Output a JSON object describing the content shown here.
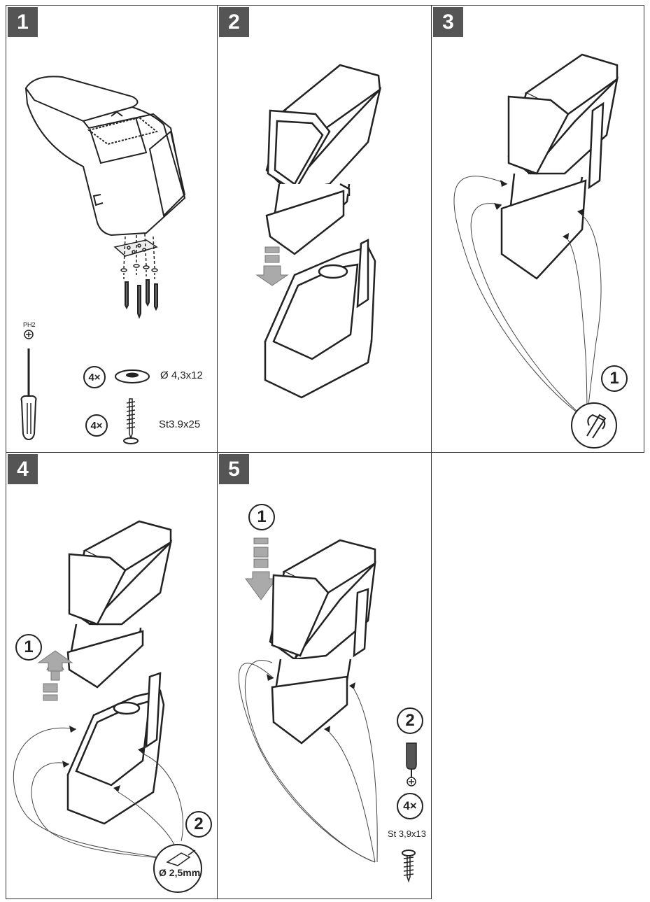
{
  "steps": [
    {
      "number": "1"
    },
    {
      "number": "2"
    },
    {
      "number": "3"
    },
    {
      "number": "4"
    },
    {
      "number": "5"
    }
  ],
  "step1": {
    "tool_label": "PH2",
    "washer_qty": "4×",
    "washer_spec": "Ø 4,3x12",
    "screw_qty": "4×",
    "screw_spec": "St3.9x25"
  },
  "step3": {
    "callout_1": "1"
  },
  "step4": {
    "callout_1": "1",
    "callout_2": "2",
    "drill_spec": "Ø 2,5mm"
  },
  "step5": {
    "callout_1": "1",
    "callout_2": "2",
    "screw_qty": "4×",
    "screw_spec": "St 3,9x13"
  },
  "icons": {
    "screwdriver": "screwdriver-icon",
    "washer": "washer-icon",
    "screw": "screw-icon",
    "pen": "marking-pen-icon",
    "drill": "drill-icon",
    "arrow_down": "down-arrow-icon",
    "arrow_up": "up-arrow-icon"
  },
  "colors": {
    "badge": "#555555",
    "arrow_fill": "#aaaaaa",
    "line": "#222222"
  }
}
